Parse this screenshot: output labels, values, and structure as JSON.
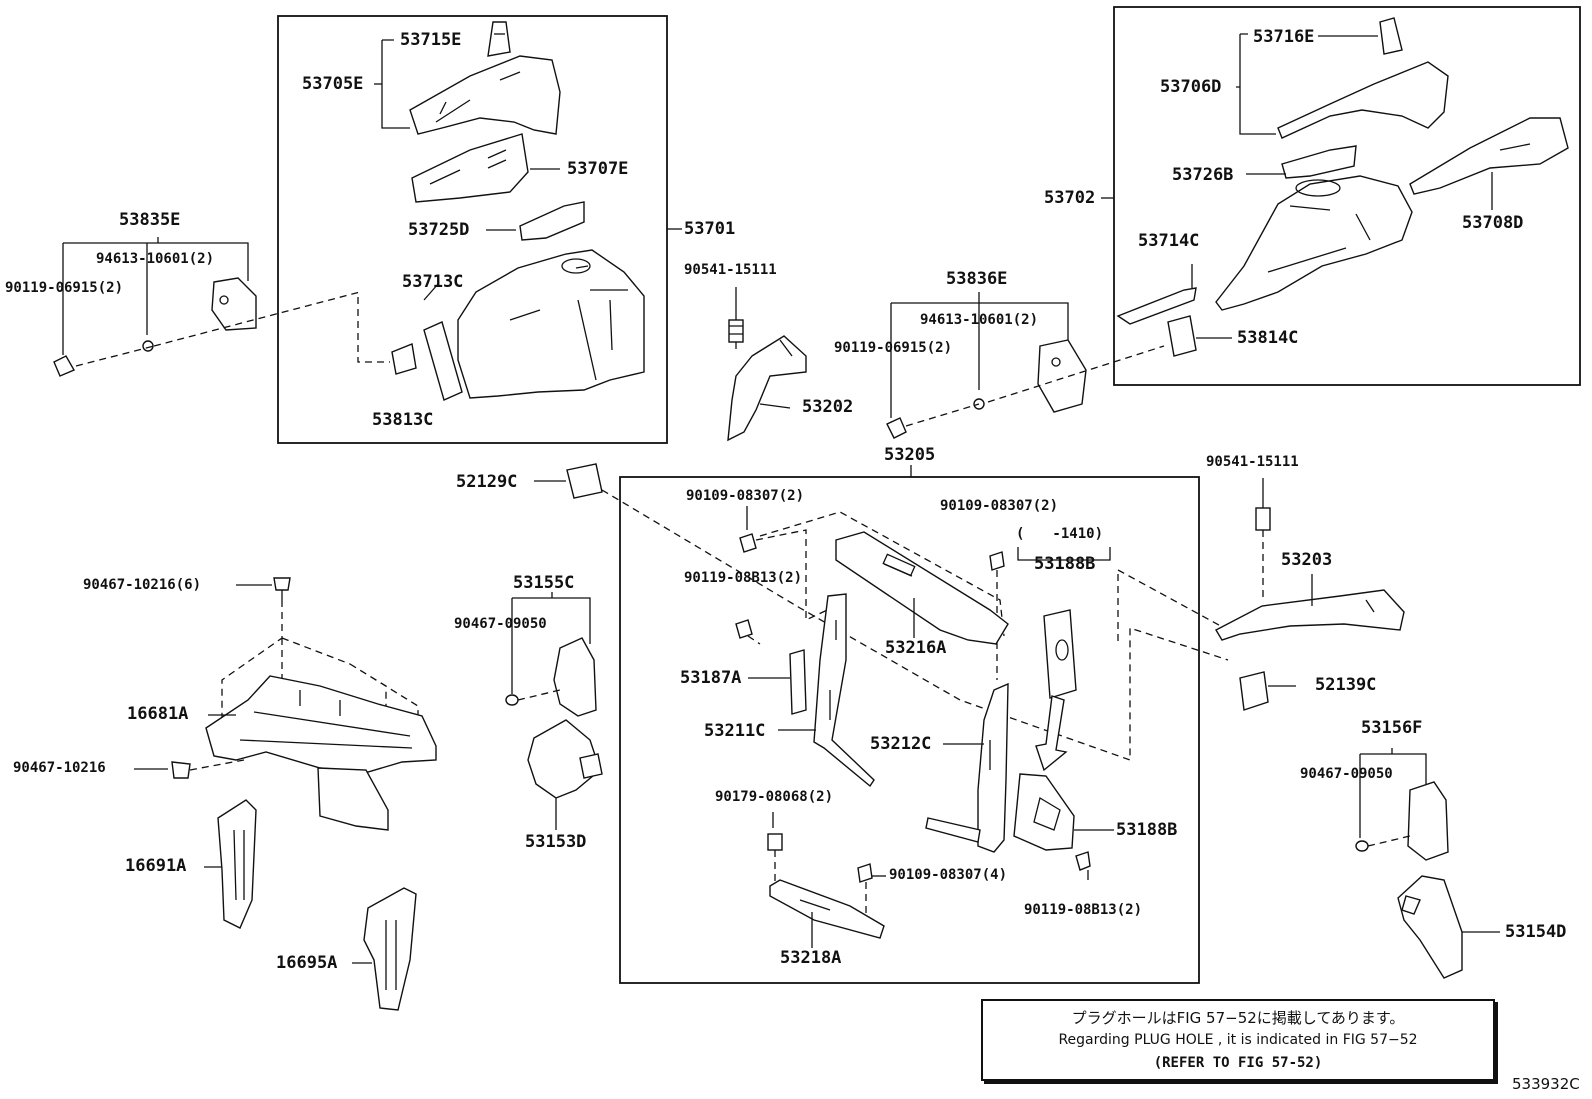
{
  "diagram": {
    "catalog_number": "533932C",
    "labels": {
      "p53715E": "53715E",
      "p53705E": "53705E",
      "p53707E": "53707E",
      "p53725D": "53725D",
      "p53713C": "53713C",
      "p53813C": "53813C",
      "p53701": "53701",
      "p53835E": "53835E",
      "p94613a": "94613-10601(2)",
      "p90119a": "90119-06915(2)",
      "p90541a": "90541-15111",
      "p53202": "53202",
      "p53836E": "53836E",
      "p94613b": "94613-10601(2)",
      "p90119b": "90119-06915(2)",
      "p53716E": "53716E",
      "p53706D": "53706D",
      "p53726B": "53726B",
      "p53702": "53702",
      "p53708D": "53708D",
      "p53714C": "53714C",
      "p53814C": "53814C",
      "p53205": "53205",
      "p52129C": "52129C",
      "p90109a": "90109-08307(2)",
      "p90109b": "90109-08307(2)",
      "p1410": "(　　-1410)",
      "p53188Ba": "53188B",
      "p90119c": "90119-08B13(2)",
      "p53216A": "53216A",
      "p53187A": "53187A",
      "p53211C": "53211C",
      "p53212C": "53212C",
      "p53188Bb": "53188B",
      "p90179": "90179-08068(2)",
      "p90109c": "90109-08307(4)",
      "p90119d": "90119-08B13(2)",
      "p53218A": "53218A",
      "p90541b": "90541-15111",
      "p53203": "53203",
      "p52139C": "52139C",
      "p90467a": "90467-10216(6)",
      "p53155C": "53155C",
      "p90467b": "90467-09050",
      "p16681A": "16681A",
      "p90467c": "90467-10216",
      "p53153D": "53153D",
      "p16691A": "16691A",
      "p16695A": "16695A",
      "p53156F": "53156F",
      "p90467d": "90467-09050",
      "p53154D": "53154D"
    },
    "note": {
      "line1": "プラグホールはFIG 57−52に掲載してあります。",
      "line2": "Regarding PLUG HOLE , it is indicated in FIG 57−52",
      "line3": "(REFER TO FIG 57-52)"
    }
  }
}
